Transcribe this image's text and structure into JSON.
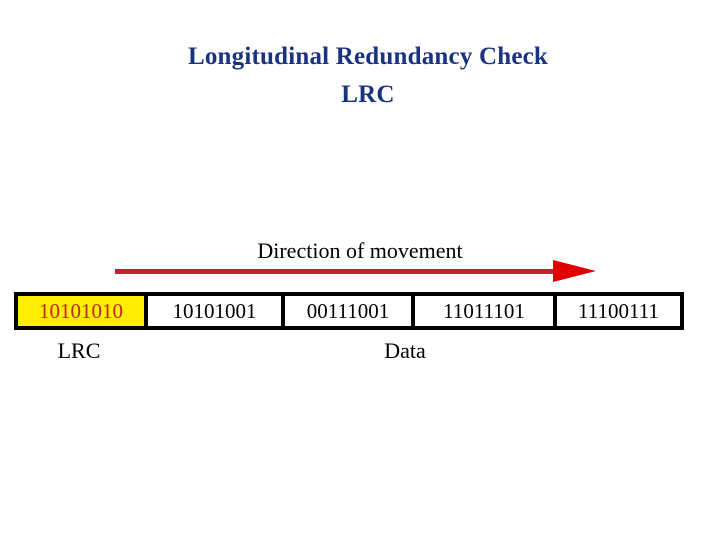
{
  "slide": {
    "background_color": "#ffffff",
    "title": {
      "color": "#1a3380",
      "line1": "Longitudinal Redundancy Check",
      "line2": "LRC"
    },
    "diagram": {
      "direction_label": "Direction of movement",
      "arrow": {
        "shaft_color": "#c8202f",
        "head_color": "#e00000",
        "points": "right"
      },
      "frame": {
        "border_color": "#000000",
        "cells": [
          {
            "value": "10101010",
            "role": "lrc",
            "background_color": "#ffee00",
            "text_color": "#c0281e"
          },
          {
            "value": "10101001",
            "role": "data",
            "background_color": "#ffffff",
            "text_color": "#000000"
          },
          {
            "value": "00111001",
            "role": "data",
            "background_color": "#ffffff",
            "text_color": "#000000"
          },
          {
            "value": "11011101",
            "role": "data",
            "background_color": "#ffffff",
            "text_color": "#000000"
          },
          {
            "value": "11100111",
            "role": "data",
            "background_color": "#ffffff",
            "text_color": "#000000"
          }
        ]
      },
      "captions": {
        "lrc": "LRC",
        "data": "Data"
      }
    }
  }
}
